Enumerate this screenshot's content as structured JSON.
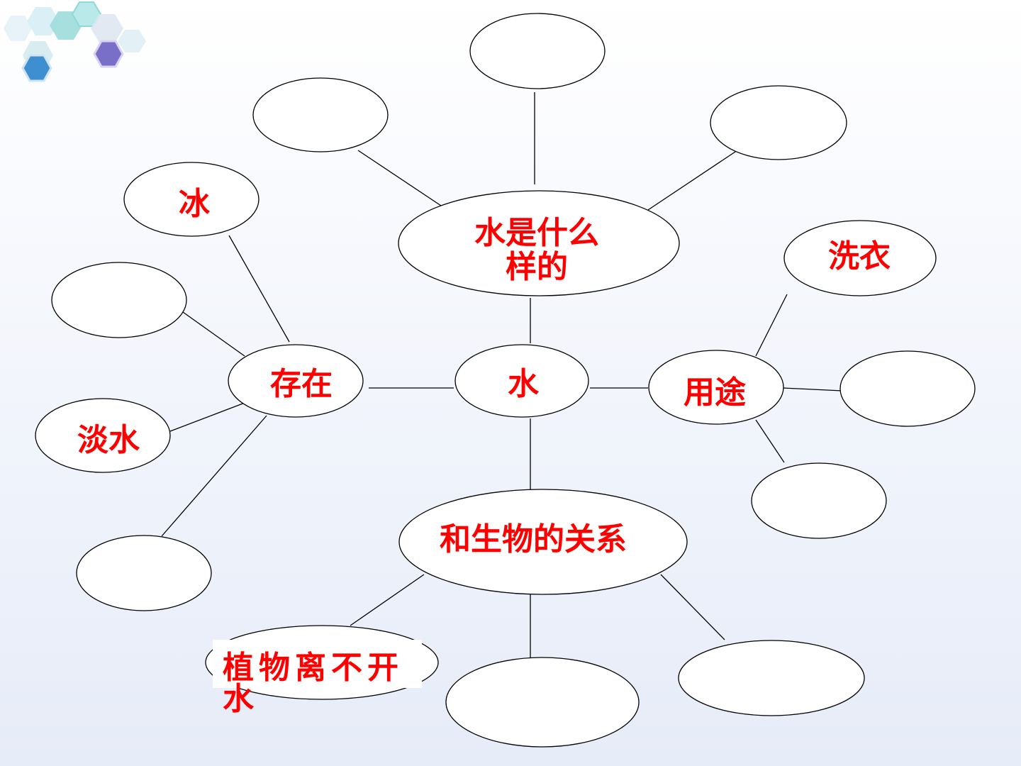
{
  "colors": {
    "label": "#ff0000",
    "line": "#000000",
    "node_fill": "#ffffff",
    "hex_teal": "#8fd8d8",
    "hex_blue": "#3d8fd0",
    "hex_purple": "#7a6fc8"
  },
  "diagram": {
    "center": "水",
    "branches": {
      "nature": "水是什么样的",
      "existence": "存在",
      "uses": "用途",
      "relations": "和生物的关系"
    },
    "leaves": {
      "ice": "冰",
      "fresh_water": "淡水",
      "washing": "洗衣",
      "plants": "植物离不开水"
    }
  }
}
